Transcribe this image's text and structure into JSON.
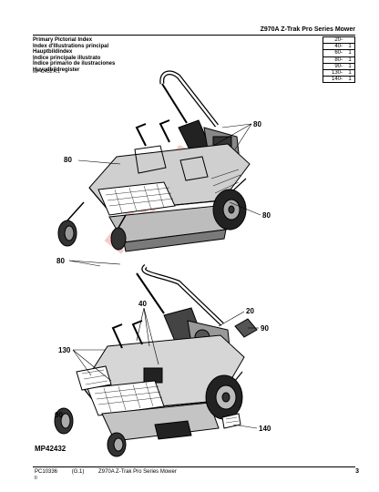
{
  "header": {
    "title": "Z970A Z-Trak Pro Series Mower"
  },
  "index_titles": [
    "Primary Pictorial Index",
    "Index d'Illustrations principal",
    "Hauptbildindex",
    "Indice principale illustrato",
    "Índice primario de ilustraciones",
    "Huvudbildregister"
  ],
  "figure_code": "MP42432 A.1",
  "reference_table": [
    {
      "label": "20-",
      "mark": ""
    },
    {
      "label": "40-",
      "mark": "1"
    },
    {
      "label": "60-",
      "mark": "1"
    },
    {
      "label": "80-",
      "mark": "1"
    },
    {
      "label": "90-",
      "mark": "1"
    },
    {
      "label": "130-",
      "mark": "1"
    },
    {
      "label": "140-",
      "mark": "1"
    }
  ],
  "callouts": {
    "c80_top": "80",
    "c80_left": "80",
    "c80_right": "80",
    "c80_bottom": "80",
    "c40": "40",
    "c20": "20",
    "c90": "90",
    "c130": "130",
    "c60": "60",
    "c140": "140"
  },
  "art_id": "MP42432",
  "watermark": "PREVIEW",
  "footer": {
    "doc_code": "PC10336",
    "revision": "(G.1)",
    "doc_title": "Z970A Z-Trak Pro Series Mower",
    "sub": "II",
    "page_number": "3"
  }
}
